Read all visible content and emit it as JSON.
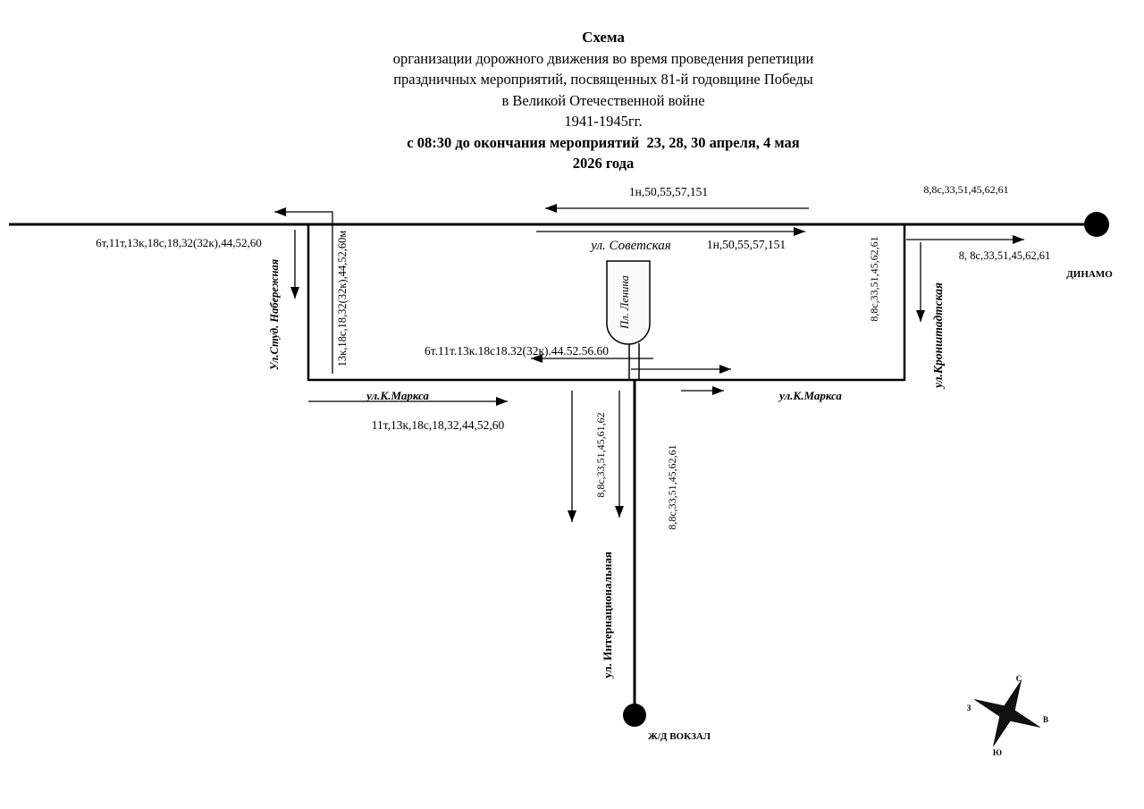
{
  "header": {
    "line1": "Схема",
    "line2": "организации дорожного движения во время проведения репетиции",
    "line3": "праздничных мероприятий, посвященных 81-й годовщине Победы",
    "line4": "в Великой Отечественной войне",
    "line5": "1941-1945гг.",
    "line6": "с 08:30 до окончания мероприятий  23, 28, 30 апреля, 4 мая",
    "line7": "2026 года"
  },
  "streets": {
    "sovetskaya": "ул. Советская",
    "stud_naberezhnaya": "Ул.Студ. Набережная",
    "kronshtadtskaya": "ул.Кронштадтская",
    "k_marksa_left": "ул.К.Маркса",
    "k_marksa_right": "ул.К.Маркса",
    "internatsionalnaya": "ул. Интернациональная",
    "lenin_square": "Пл. Ленина"
  },
  "terminals": {
    "dinamo": "ДИНАМО",
    "vokzal": "Ж/Д ВОКЗАЛ"
  },
  "routes": {
    "top_westbound": "1н,50,55,57,151",
    "top_eastbound": "1н,50,55,57,151",
    "west_exit": "6т,11т,13к,18с,18,32(32к),44,52,60",
    "stud_naberezhnaya_down": "13к,18с,18,32(32к),44,52,60м",
    "east_top": "8,8с,33,51,45,62,61",
    "east_to_dinamo": "8, 8с,33,51,45,62,61",
    "kronshtadtskaya_down": "8,8с,33,51,45,62,61",
    "middle_westbound": "6т.11т.13к.18с18.32(32к).44.52.56.60",
    "k_marksa_routes": "11т,13к,18с,18,32,44,52,60",
    "internatsionalnaya_left": "8,8с,33,51,45,61,62",
    "internatsionalnaya_right": "8,8с,33,51,45,62,61"
  },
  "compass": {
    "north": "С",
    "south": "Ю",
    "west": "З",
    "east": "В"
  }
}
